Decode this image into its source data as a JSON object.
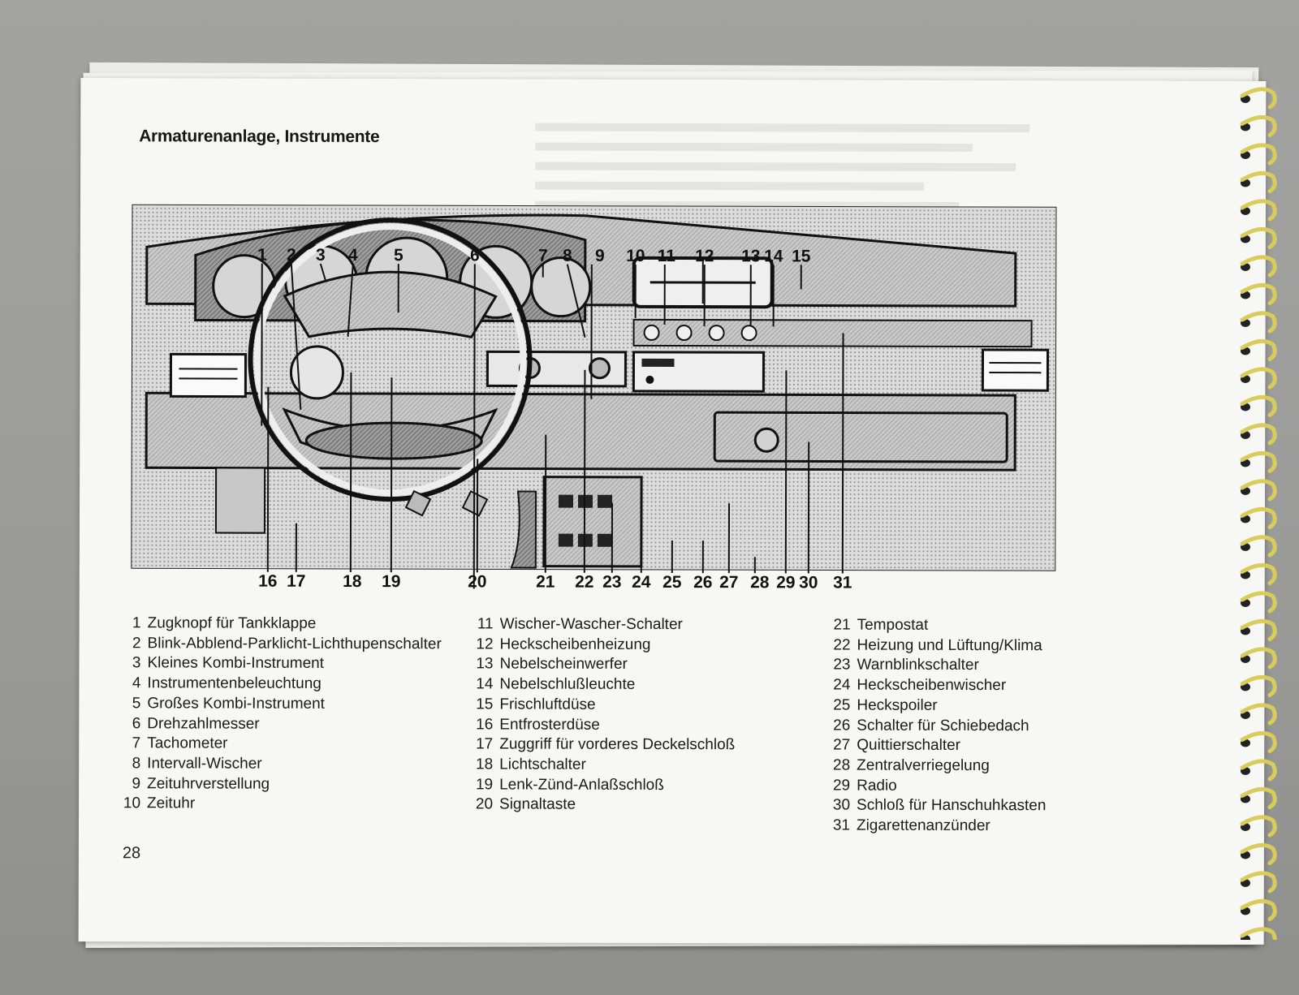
{
  "page": {
    "title": "Armaturenanlage, Instrumente",
    "page_number": "28"
  },
  "colors": {
    "paper": "#f7f7f5",
    "ink": "#111111",
    "spiral": "#d8cc5a",
    "background": "#9a9a98"
  },
  "figure": {
    "callouts_top": [
      "1",
      "2",
      "3",
      "4",
      "5",
      "6",
      "7",
      "8",
      "9",
      "10",
      "11",
      "12",
      "13",
      "14",
      "15"
    ],
    "callouts_bottom": [
      "16",
      "17",
      "18",
      "19",
      "20",
      "21",
      "22",
      "23",
      "24",
      "25",
      "26",
      "27",
      "28",
      "29",
      "30",
      "31"
    ]
  },
  "legend": {
    "col1": [
      {
        "num": "1",
        "label": "Zugknopf für Tankklappe"
      },
      {
        "num": "2",
        "label": "Blink-Abblend-Parklicht-Lichthupenschalter"
      },
      {
        "num": "3",
        "label": "Kleines  Kombi-Instrument"
      },
      {
        "num": "4",
        "label": "Instrumentenbeleuchtung"
      },
      {
        "num": "5",
        "label": "Großes  Kombi-Instrument"
      },
      {
        "num": "6",
        "label": "Drehzahlmesser"
      },
      {
        "num": "7",
        "label": "Tachometer"
      },
      {
        "num": "8",
        "label": "Intervall-Wischer"
      },
      {
        "num": "9",
        "label": "Zeituhrverstellung"
      },
      {
        "num": "10",
        "label": "Zeituhr"
      }
    ],
    "col2": [
      {
        "num": "11",
        "label": "Wischer-Wascher-Schalter"
      },
      {
        "num": "12",
        "label": "Heckscheibenheizung"
      },
      {
        "num": "13",
        "label": "Nebelscheinwerfer"
      },
      {
        "num": "14",
        "label": "Nebelschlußleuchte"
      },
      {
        "num": "15",
        "label": "Frischluftdüse"
      },
      {
        "num": "16",
        "label": "Entfrosterdüse"
      },
      {
        "num": "17",
        "label": "Zuggriff für vorderes Deckelschloß"
      },
      {
        "num": "18",
        "label": "Lichtschalter"
      },
      {
        "num": "19",
        "label": "Lenk-Zünd-Anlaßschloß"
      },
      {
        "num": "20",
        "label": "Signaltaste"
      }
    ],
    "col3": [
      {
        "num": "21",
        "label": "Tempostat"
      },
      {
        "num": "22",
        "label": "Heizung und Lüftung/Klima"
      },
      {
        "num": "23",
        "label": "Warnblinkschalter"
      },
      {
        "num": "24",
        "label": "Heckscheibenwischer"
      },
      {
        "num": "25",
        "label": "Heckspoiler"
      },
      {
        "num": "26",
        "label": "Schalter für Schiebedach"
      },
      {
        "num": "27",
        "label": "Quittierschalter"
      },
      {
        "num": "28",
        "label": "Zentralverriegelung"
      },
      {
        "num": "29",
        "label": "Radio"
      },
      {
        "num": "30",
        "label": "Schloß für Hanschuhkasten"
      },
      {
        "num": "31",
        "label": "Zigarettenanzünder"
      }
    ]
  }
}
